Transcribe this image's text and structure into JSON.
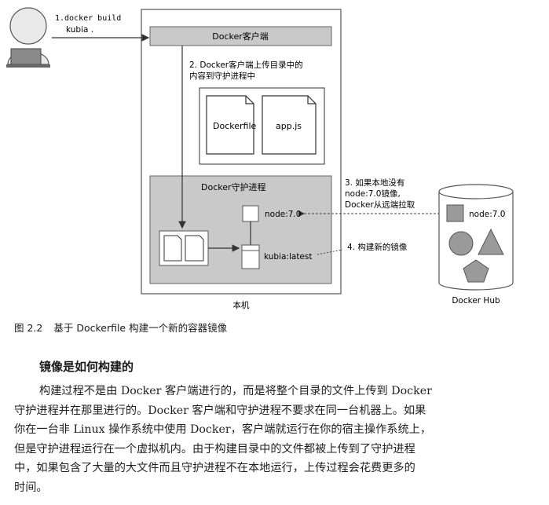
{
  "diagram": {
    "step1": "1.docker build",
    "step1_cmd": "kubia .",
    "docker_client": "Docker客户端",
    "step2_line1": "2. Docker客户端上传目录中的",
    "step2_line2": "内容到守护进程中",
    "file1": "Dockerfile",
    "file2": "app.js",
    "daemon": "Docker守护进程",
    "node_local": "node:7.0",
    "kubia_latest": "kubia:latest",
    "step3_line1": "3. 如果本地没有",
    "step3_line2": "node:7.0镜像,",
    "step3_line3": "Docker从远端拉取",
    "step4": "4. 构建新的镜像",
    "node_hub": "node:7.0",
    "docker_hub": "Docker Hub",
    "local_machine": "本机"
  },
  "caption": {
    "number": "图 2.2",
    "text": "基于 Dockerfile 构建一个新的容器镜像"
  },
  "section": {
    "heading": "镜像是如何构建的",
    "lines": [
      "构建过程不是由 Docker 客户端进行的，而是将整个目录的文件上传到 Docker",
      "守护进程并在那里进行的。Docker 客户端和守护进程不要求在同一台机器上。如果",
      "你在一台非 Linux 操作系统中使用 Docker，客户端就运行在你的宿主操作系统上，",
      "但是守护进程运行在一个虚拟机内。由于构建目录中的文件都被上传到了守护进程",
      "中，如果包含了大量的大文件而且守护进程不在本地运行，上传过程会花费更多的",
      "时间。"
    ]
  }
}
